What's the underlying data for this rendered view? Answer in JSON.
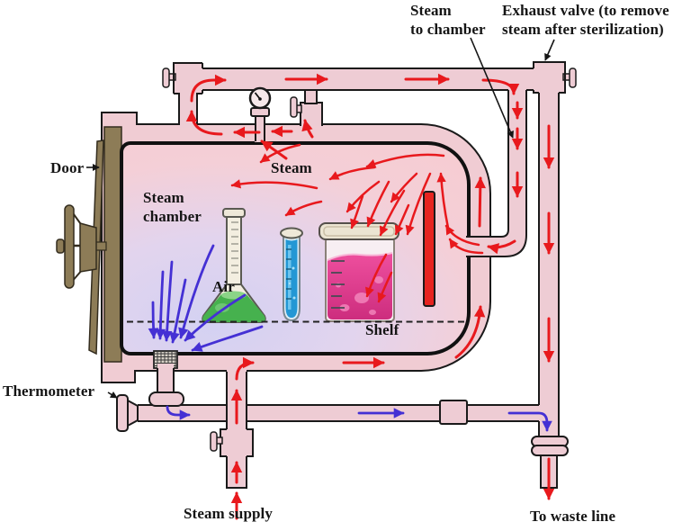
{
  "labels": {
    "steam_to_chamber_line1": "Steam",
    "steam_to_chamber_line2": "to chamber",
    "exhaust_valve_line1": "Exhaust valve (to remove",
    "exhaust_valve_line2": "steam after sterilization)",
    "door": "Door",
    "steam_chamber_line1": "Steam",
    "steam_chamber_line2": "chamber",
    "steam": "Steam",
    "air": "Air",
    "shelf": "Shelf",
    "thermometer": "Thermometer",
    "steam_supply": "Steam supply",
    "to_waste_line": "To waste line"
  },
  "flow_semantics": {
    "red_arrows": "steam flow",
    "blue_arrows": "air flow"
  },
  "colors": {
    "background": "#ffffff",
    "pipe_fill": "#eeccd4",
    "outline": "#1a1a1a",
    "steam_arrow_red": "#e8191d",
    "air_arrow_blue": "#4430d4",
    "chamber_pink": "#f6ccd2",
    "chamber_lavender": "#d3d1f2",
    "door_brown": "#8d7c57",
    "flask_liquid_green": "#46b14e",
    "tube_liquid_blue": "#2397d4",
    "beaker_liquid_pink": "#e0378f",
    "heater_red": "#e62420"
  }
}
